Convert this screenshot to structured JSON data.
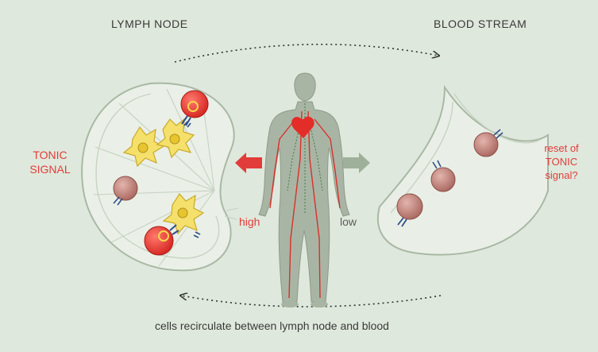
{
  "left_title": "LYMPH NODE",
  "right_title": "BLOOD STREAM",
  "tonic_signal": [
    "TONIC",
    "SIGNAL"
  ],
  "high_label": "high",
  "low_label": "low",
  "reset_label": [
    "reset of",
    "TONIC",
    "signal?"
  ],
  "bottom_caption": "cells recirculate between lymph node and blood",
  "colors": {
    "background": "#dfe8dc",
    "accent_red": "#e23c3a",
    "node_fill": "#e9efe6",
    "dendritic_cell": "#f4e06a",
    "t_cell_high": "#e8332f",
    "t_cell_low": "#bf7a72",
    "low_arrow": "#9fb09a"
  }
}
